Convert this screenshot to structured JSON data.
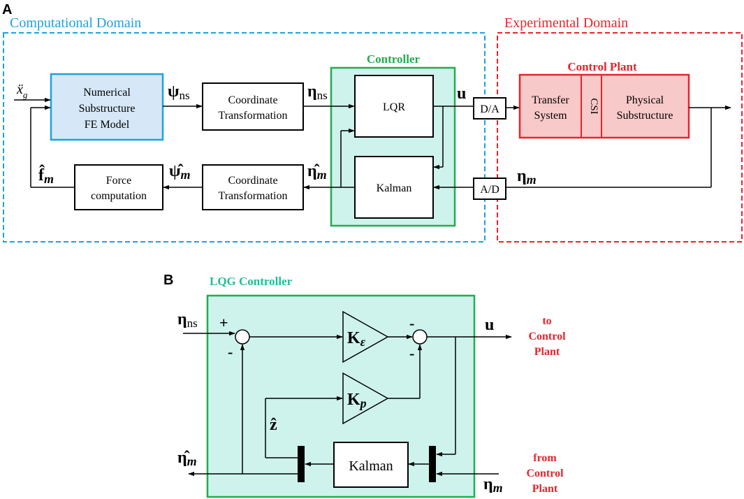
{
  "panel_a": {
    "letter": "A",
    "computational_domain": "Computational Domain",
    "experimental_domain": "Experimental Domain",
    "controller_title": "Controller",
    "control_plant_title": "Control Plant",
    "numerical_substructure": [
      "Numerical",
      "Substructure",
      "FE Model"
    ],
    "coordinate_transformation": [
      "Coordinate",
      "Transformation"
    ],
    "force_computation": [
      "Force",
      "computation"
    ],
    "lqr": "LQR",
    "kalman": "Kalman",
    "transfer_system": [
      "Transfer",
      "System"
    ],
    "csi": "CSI",
    "physical_substructure": [
      "Physical",
      "Substructure"
    ],
    "da": "D/A",
    "ad": "A/D",
    "sig_xg": "ẍ",
    "sig_xg_sub": "g",
    "sig_psi": "ψ",
    "sig_eta": "η",
    "sig_ns": "ns",
    "sig_u": "u",
    "sig_f_hat": "f̂",
    "sig_psi_hat": "ψ̂",
    "sig_eta_hat": "η̂",
    "sig_m": "m"
  },
  "panel_b": {
    "letter": "B",
    "lqg_title": "LQG Controller",
    "k": "K",
    "k_eps_sub": "ε",
    "k_p_sub": "p",
    "kalman": "Kalman",
    "plus": "+",
    "minus": "-",
    "sig_eta": "η",
    "sig_ns": "ns",
    "sig_u": "u",
    "sig_z_hat": "ẑ",
    "sig_eta_hat": "η̂",
    "sig_m": "m",
    "to_plant": [
      "to",
      "Control",
      "Plant"
    ],
    "from_plant": [
      "from",
      "Control",
      "Plant"
    ]
  },
  "colors": {
    "computational": "#1aa3e0",
    "experimental": "#e8232a",
    "controller": "#1fae4f",
    "controller_fill": "#cdf3ec",
    "fe_fill": "#d6e7f7",
    "fe_stroke": "#1aa3e0",
    "plant_fill": "#f8c9c9",
    "plant_stroke": "#e8232a",
    "lqg_title": "#1fbf98"
  }
}
